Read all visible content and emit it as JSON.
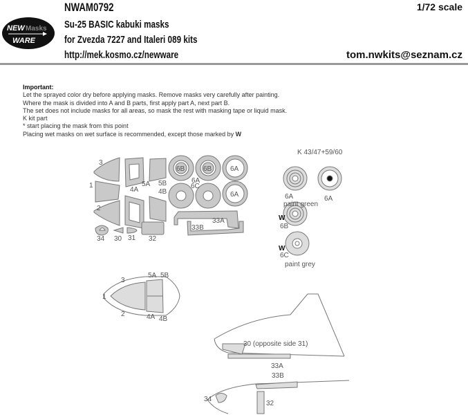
{
  "header": {
    "code": "NWAM0792",
    "scale": "1/72 scale",
    "title": "Su-25 BASIC kabuki masks",
    "subtitle": "for Zvezda 7227 and Italeri 089 kits",
    "url": "http://mek.kosmo.cz/newware",
    "email": "tom.nwkits@seznam.cz",
    "logo_text": [
      "NEW",
      "Masks",
      "WARE"
    ]
  },
  "notes": {
    "heading": "Important:",
    "lines": [
      "Let the sprayed color dry before applying masks. Remove masks very carefully after painting.",
      "Where the mask is divided into A and B parts, first apply part A, next part B.",
      "The set does not include masks for all areas, so mask the rest with masking tape or liquid mask.",
      "K kit part",
      "*  start placing the mask from this point",
      "Placing wet masks on wet surface is recommended, except those marked by "
    ],
    "w_mark": "W"
  },
  "masks": {
    "labels": {
      "p1": "1",
      "p2": "2",
      "p3": "3",
      "p4a": "4A",
      "p4b": "4B",
      "p5a": "5A",
      "p5b": "5B",
      "p6a": "6A",
      "p6b": "6B",
      "p6c": "6C",
      "p30": "30",
      "p31": "31",
      "p32": "32",
      "p33a": "33A",
      "p33b": "33B",
      "p34": "34"
    }
  },
  "wheels": {
    "kit_ref": "K 43/47+59/60",
    "paint_green": "paint green",
    "paint_grey": "paint grey",
    "w": "W"
  },
  "diagrams": {
    "side_note": "30 (opposite side 31)"
  },
  "colors": {
    "mask_fill": "#c9c9c9",
    "mask_stroke": "#777777",
    "rule": "#999999"
  }
}
